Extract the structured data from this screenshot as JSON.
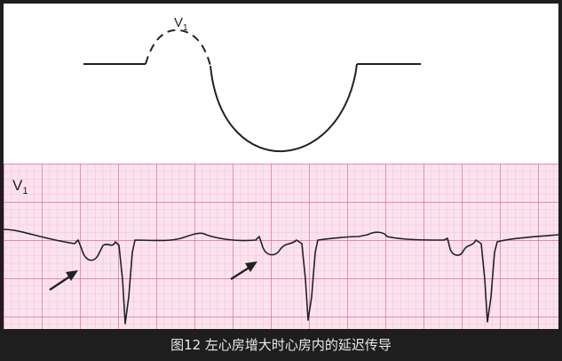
{
  "diagram": {
    "top_label": "V",
    "top_label_sub": "1"
  },
  "ecg": {
    "lead_label": "V",
    "lead_label_sub": "1"
  },
  "caption": "图12 左心房增大时心房内的延迟传导",
  "colors": {
    "page_background": "#1e1e1e",
    "panel_background": "#ffffff",
    "grid_minor": "#f4b6cf",
    "grid_major": "#e26aa0",
    "grid_background": "#fbe3ed",
    "trace": "#222222",
    "caption_text": "#e8e8e8"
  },
  "annotations": [
    {
      "icon": "arrow-icon",
      "points_to": "first P-wave notch"
    },
    {
      "icon": "arrow-icon",
      "points_to": "second P-wave notch"
    }
  ]
}
